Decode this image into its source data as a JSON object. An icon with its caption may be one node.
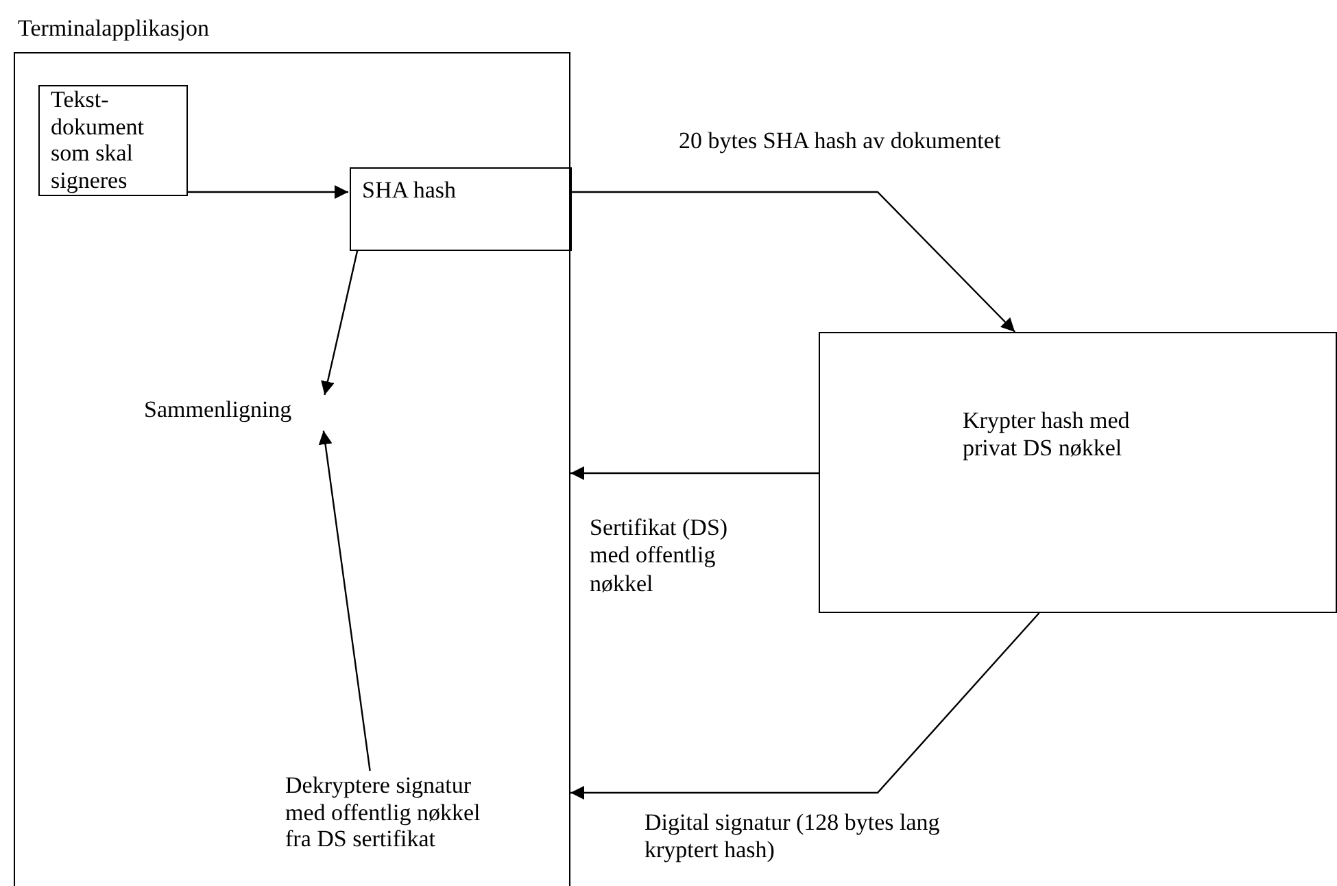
{
  "diagram": {
    "nodes": [
      {
        "text": [
          "Terminalapplikasjon"
        ]
      },
      {
        "text": [
          "Tekst-dokument som skal signeres"
        ],
        "in": 0
      },
      {
        "text": [
          "SHA hash"
        ],
        "in": 0
      },
      {
        "text": [
          "Sammenligning"
        ],
        "in": 0
      },
      {
        "text": [
          "Dekryptere signatur med offentlig nøkkel fra DS sertifikat"
        ],
        "in": 0
      },
      {
        "text": [
          "Krypter hash med privat DS nøkkel"
        ]
      }
    ],
    "edges": [
      {
        "from": 1,
        "to": 2,
        "arrow": "to"
      },
      {
        "from": 2,
        "to": 5,
        "arrow": "to",
        "label": "20 bytes SHA hash av dokumentet"
      },
      {
        "from": 2,
        "to": 3,
        "arrow": "to"
      },
      {
        "from": 5,
        "to": 0,
        "arrow": "to",
        "label": "Sertifikat (DS) med offentlig nøkkel"
      },
      {
        "from": 5,
        "to": 0,
        "arrow": "to",
        "label": "Digital signatur (128 bytes lang kryptert hash)"
      },
      {
        "from": 4,
        "to": 3,
        "arrow": "to"
      }
    ]
  }
}
